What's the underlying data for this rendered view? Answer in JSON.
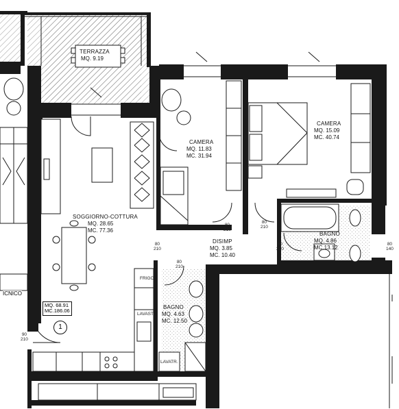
{
  "rooms": {
    "terrazza": {
      "name": "TERRAZZA",
      "mq": "MQ. 9.19"
    },
    "soggiorno": {
      "name": "SOGGIORNO-COTTURA",
      "mq": "MQ. 28.65",
      "mc": "MC. 77.36"
    },
    "camera1": {
      "name": "CAMERA",
      "mq": "MQ. 11.83",
      "mc": "MC. 31.94"
    },
    "camera2": {
      "name": "CAMERA",
      "mq": "MQ. 15.09",
      "mc": "MC. 40.74"
    },
    "disimp": {
      "name": "DISIMP",
      "mq": "MQ. 3.85",
      "mc": "MC. 10.40"
    },
    "bagno1": {
      "name": "BAGNO",
      "mq": "MQ. 4.86",
      "mc": "MC.13.12"
    },
    "bagno2": {
      "name": "BAGNO",
      "mq": "MQ. 4.63",
      "mc": "MC. 12.50"
    }
  },
  "totals": {
    "mq": "MQ. 68.91",
    "mc": "MC.186.06"
  },
  "unit_number": "1",
  "corner_label": "ICNICO",
  "fixtures": {
    "frigo": "FRIGO",
    "lavast": "LAVAST",
    "lavatr": "LAVATR."
  },
  "door_tags": {
    "entry_w": "90",
    "entry_h": "210",
    "liv_w": "80",
    "liv_h": "210",
    "b2_w": "80",
    "b2_h": "210",
    "cam1_w": "80",
    "cam1_h": "210",
    "cam2_w": "80",
    "cam2_h": "210",
    "b1_w": "80",
    "b1_h": "210",
    "right_w": "80",
    "right_h": "140"
  }
}
